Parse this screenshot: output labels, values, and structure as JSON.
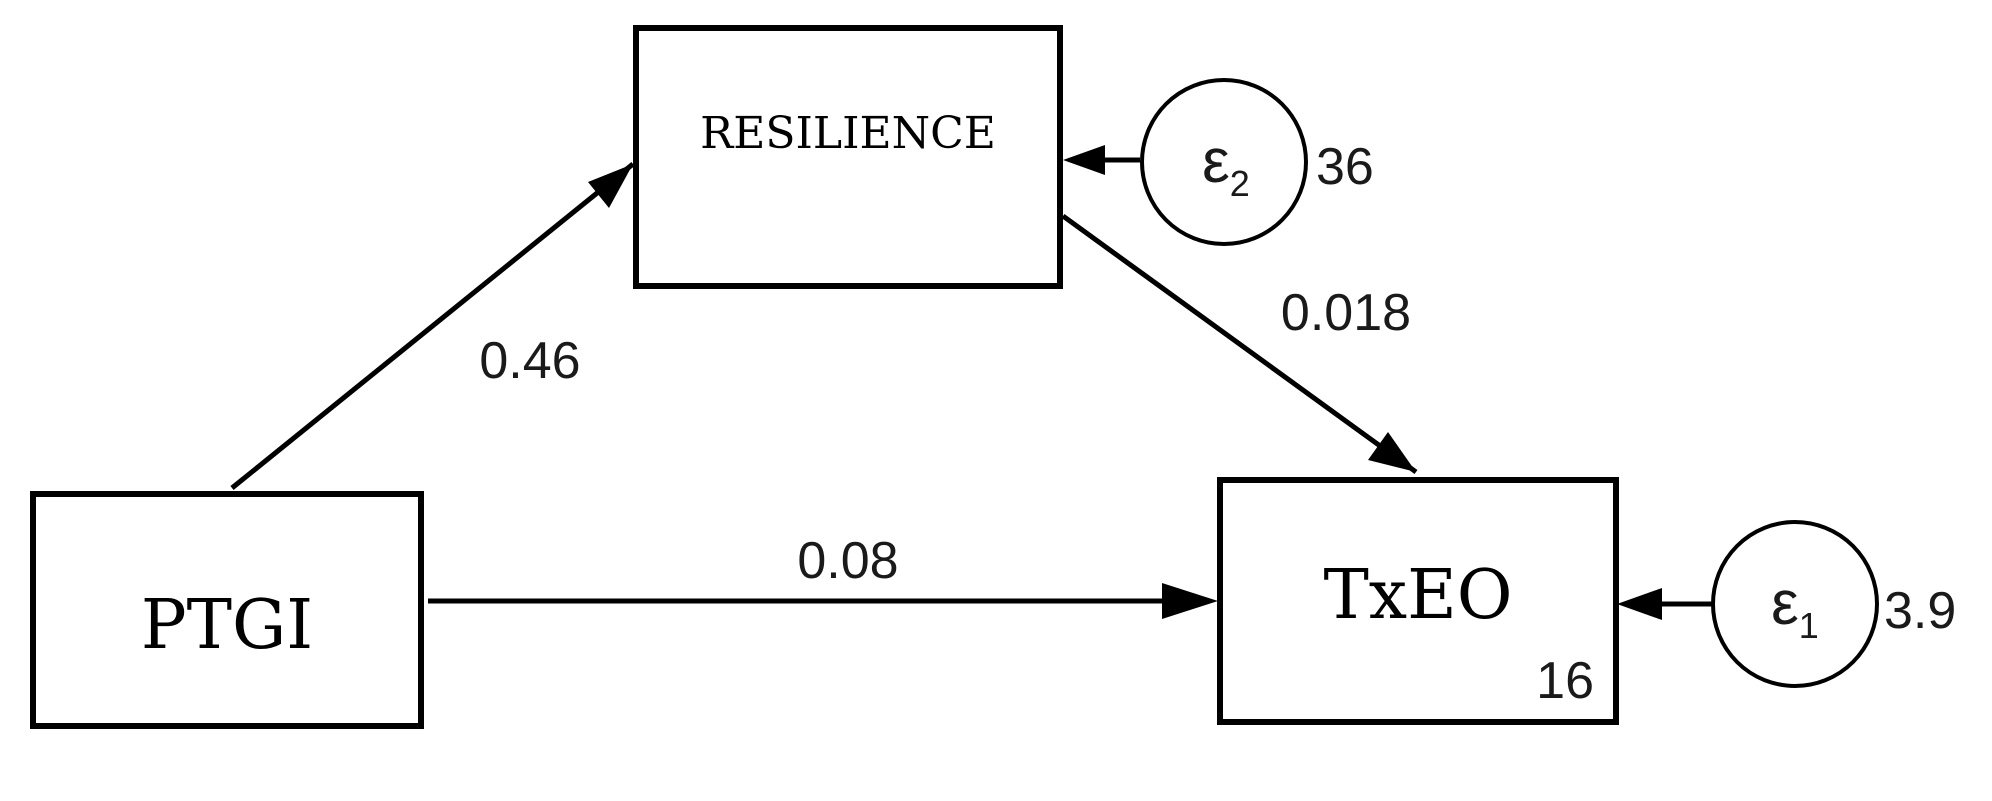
{
  "nodes": {
    "ptgi": {
      "label": "PTGI"
    },
    "resilience": {
      "label": "RESILIENCE"
    },
    "txeo": {
      "label": "TxEO",
      "intercept": "16"
    }
  },
  "errors": {
    "e2": {
      "symbol": "ε",
      "subscript": "2",
      "variance": "36"
    },
    "e1": {
      "symbol": "ε",
      "subscript": "1",
      "variance": "3.9"
    }
  },
  "paths": {
    "ptgi_to_resilience": "0.46",
    "resilience_to_txeo": "0.018",
    "ptgi_to_txeo": "0.08"
  },
  "colors": {
    "stroke": "#000000",
    "background": "#ffffff"
  }
}
